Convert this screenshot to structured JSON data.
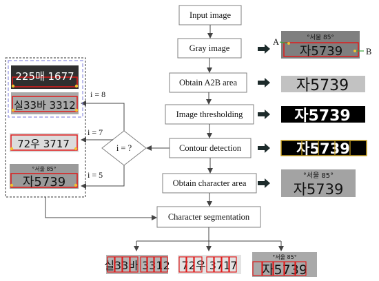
{
  "flow": {
    "input_image": "Input image",
    "gray_image": "Gray image",
    "a2b_area": "Obtain A2B area",
    "thresholding": "Image thresholding",
    "contour": "Contour detection",
    "char_area": "Obtain character area",
    "segmentation": "Character segmentation"
  },
  "decision": {
    "label": "i = ?",
    "branch_8": "i = 8",
    "branch_7": "i = 7",
    "branch_5": "i = 5"
  },
  "markers": {
    "a": "A",
    "b": "B"
  },
  "plates": {
    "top_line": "°서울 85°",
    "main_number": "자5739",
    "plate8_row1": "225매 1677",
    "plate8_row2": "실33바 3312",
    "plate7": "72우 3717",
    "seg_8": "실33바 3312",
    "seg_7": "72우 3717",
    "seg_5": "자5739"
  },
  "colors": {
    "box_border": "#7f7f7f",
    "arrow": "#444444",
    "highlight_red": "#e01b1b",
    "marker_green": "#3aa43a",
    "panel_dash": "#333333",
    "inner_dash": "#8f8fe0"
  }
}
